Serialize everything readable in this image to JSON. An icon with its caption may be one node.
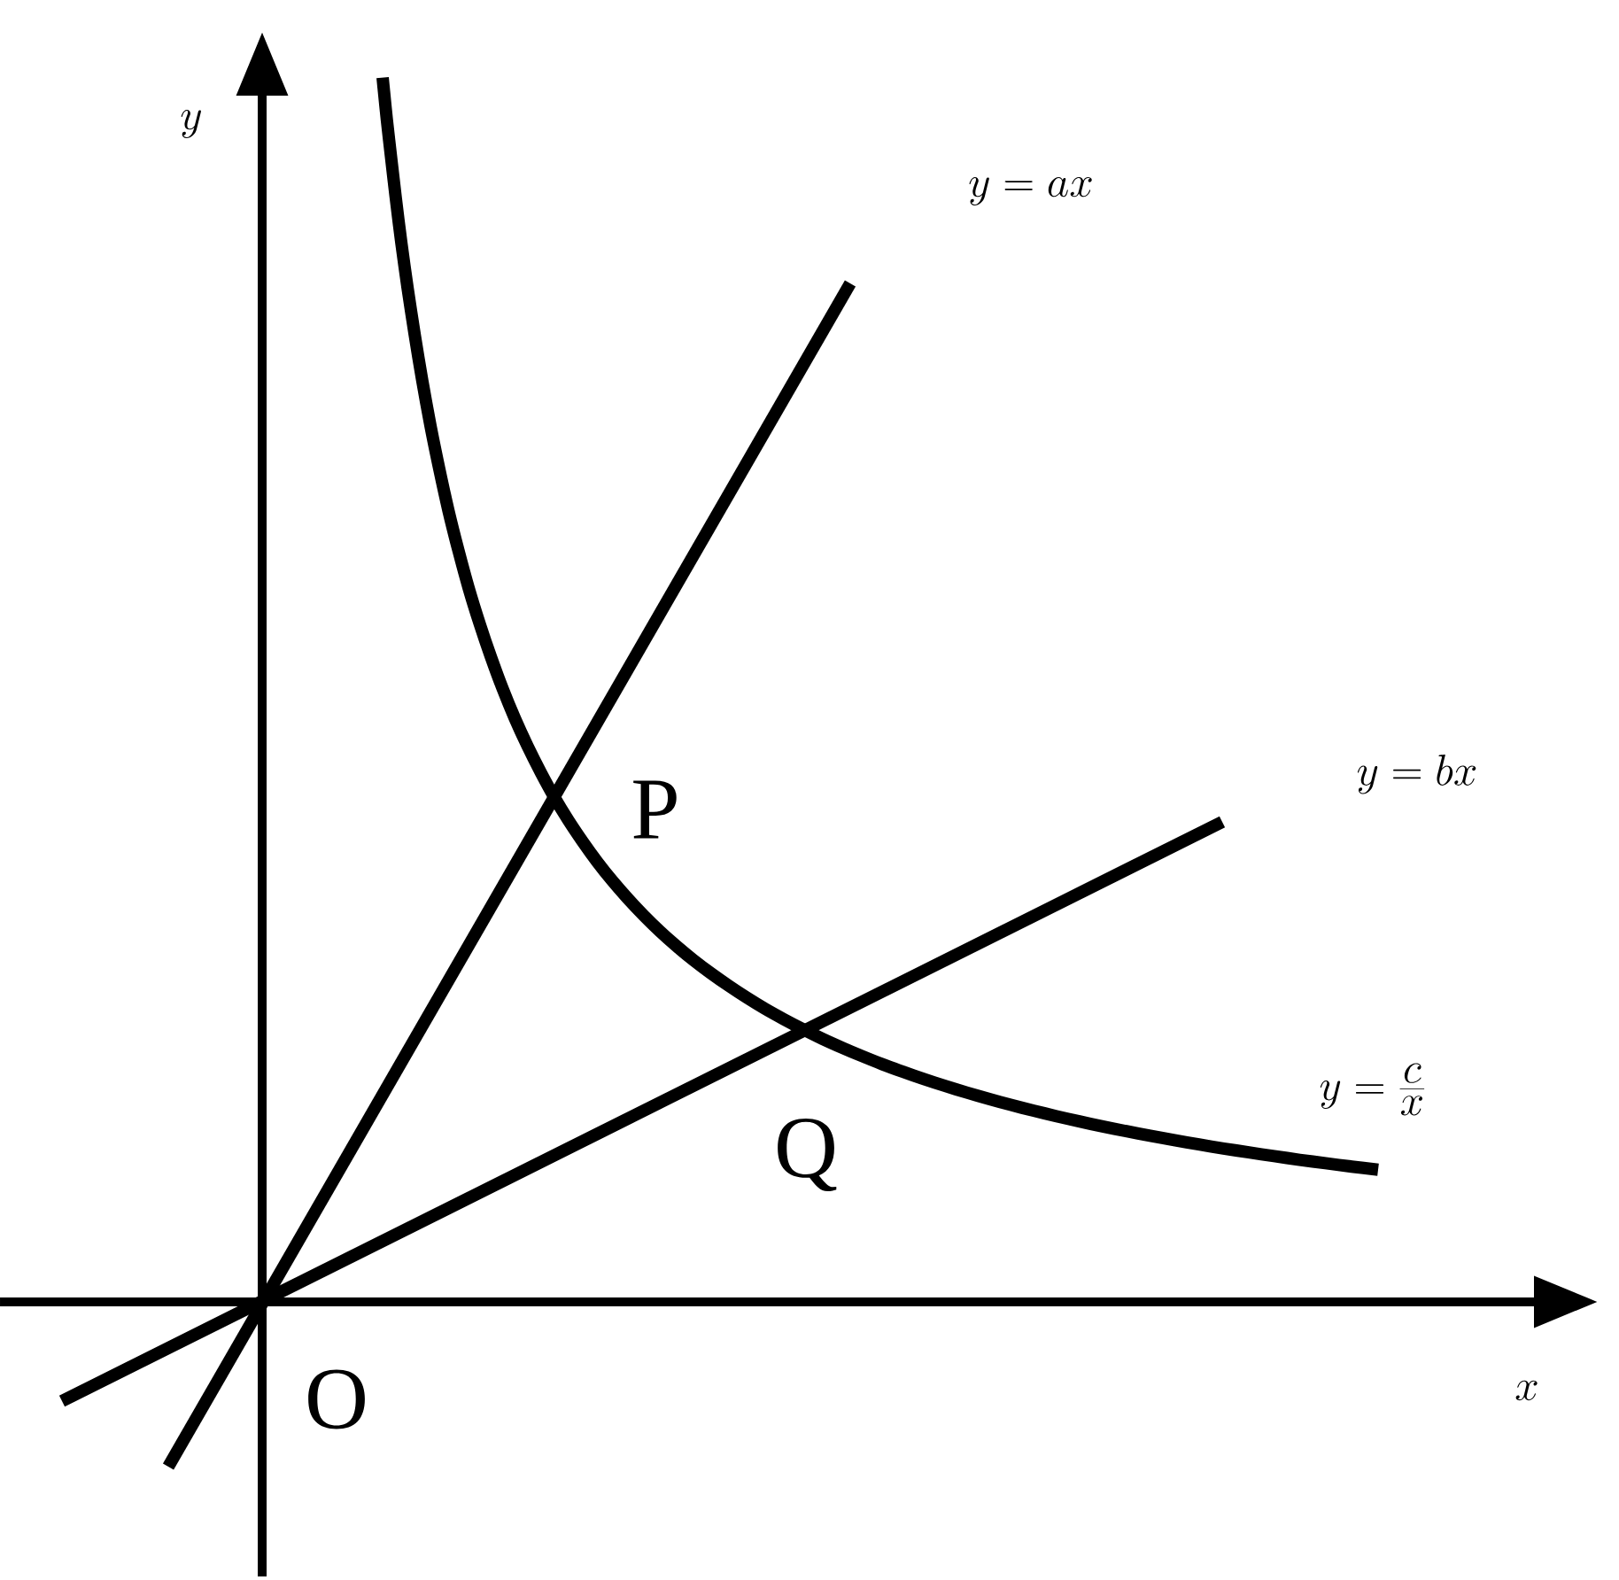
{
  "diagram": {
    "labels": [
      "y",
      "y=ax",
      "P",
      "y=bx",
      "y=\\frac{c}{x}",
      "Q",
      "O",
      "x"
    ]
  }
}
